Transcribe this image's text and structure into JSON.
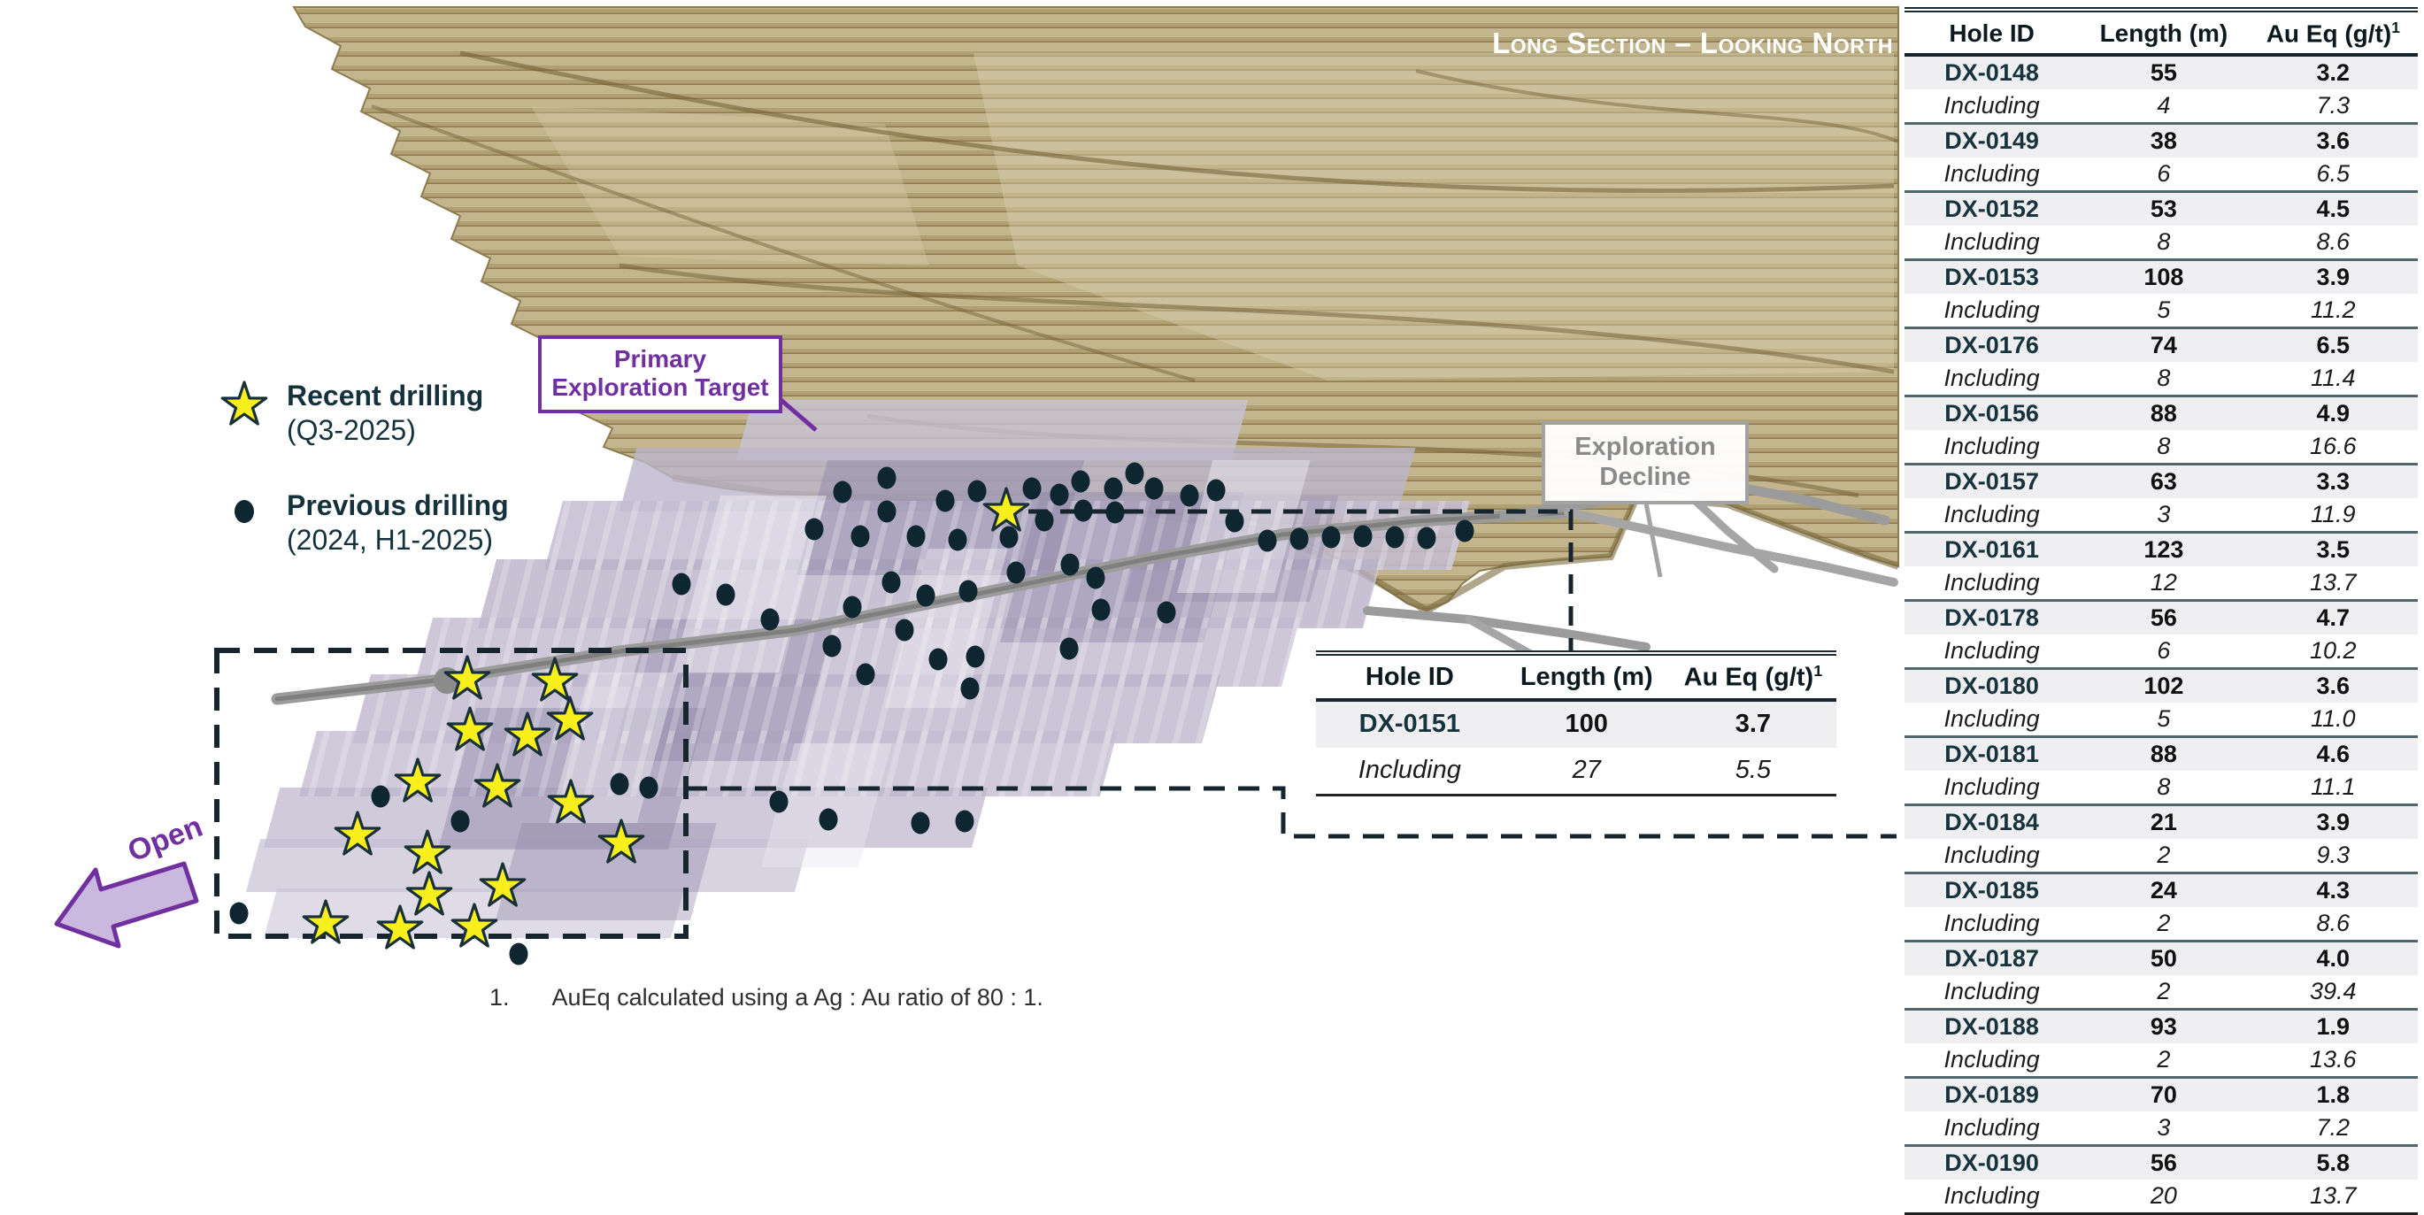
{
  "scene": {
    "title": "Long Section – Looking North"
  },
  "legend": {
    "recent": {
      "label": "Recent drilling",
      "sublabel": "(Q3-2025)"
    },
    "previous": {
      "label": "Previous drilling",
      "sublabel": "(2024, H1-2025)"
    }
  },
  "labels": {
    "primary_target_line1": "Primary",
    "primary_target_line2": "Exploration Target",
    "decline_line1": "Exploration",
    "decline_line2": "Decline",
    "open": "Open"
  },
  "footnote": {
    "number": "1.",
    "text": "AuEq calculated using a Ag : Au ratio of 80 : 1."
  },
  "tables": {
    "headers": {
      "hole": "Hole ID",
      "length": "Length (m)",
      "aueq": "Au Eq (g/t)",
      "aueq_sup": "1"
    },
    "including_label": "Including",
    "main_rows": [
      {
        "hole": "DX-0148",
        "length": "55",
        "aueq": "3.2",
        "inc_length": "4",
        "inc_aueq": "7.3"
      },
      {
        "hole": "DX-0149",
        "length": "38",
        "aueq": "3.6",
        "inc_length": "6",
        "inc_aueq": "6.5"
      },
      {
        "hole": "DX-0152",
        "length": "53",
        "aueq": "4.5",
        "inc_length": "8",
        "inc_aueq": "8.6"
      },
      {
        "hole": "DX-0153",
        "length": "108",
        "aueq": "3.9",
        "inc_length": "5",
        "inc_aueq": "11.2"
      },
      {
        "hole": "DX-0176",
        "length": "74",
        "aueq": "6.5",
        "inc_length": "8",
        "inc_aueq": "11.4"
      },
      {
        "hole": "DX-0156",
        "length": "88",
        "aueq": "4.9",
        "inc_length": "8",
        "inc_aueq": "16.6"
      },
      {
        "hole": "DX-0157",
        "length": "63",
        "aueq": "3.3",
        "inc_length": "3",
        "inc_aueq": "11.9"
      },
      {
        "hole": "DX-0161",
        "length": "123",
        "aueq": "3.5",
        "inc_length": "12",
        "inc_aueq": "13.7"
      },
      {
        "hole": "DX-0178",
        "length": "56",
        "aueq": "4.7",
        "inc_length": "6",
        "inc_aueq": "10.2"
      },
      {
        "hole": "DX-0180",
        "length": "102",
        "aueq": "3.6",
        "inc_length": "5",
        "inc_aueq": "11.0"
      },
      {
        "hole": "DX-0181",
        "length": "88",
        "aueq": "4.6",
        "inc_length": "8",
        "inc_aueq": "11.1"
      },
      {
        "hole": "DX-0184",
        "length": "21",
        "aueq": "3.9",
        "inc_length": "2",
        "inc_aueq": "9.3"
      },
      {
        "hole": "DX-0185",
        "length": "24",
        "aueq": "4.3",
        "inc_length": "2",
        "inc_aueq": "8.6"
      },
      {
        "hole": "DX-0187",
        "length": "50",
        "aueq": "4.0",
        "inc_length": "2",
        "inc_aueq": "39.4"
      },
      {
        "hole": "DX-0188",
        "length": "93",
        "aueq": "1.9",
        "inc_length": "2",
        "inc_aueq": "13.6"
      },
      {
        "hole": "DX-0189",
        "length": "70",
        "aueq": "1.8",
        "inc_length": "3",
        "inc_aueq": "7.2"
      },
      {
        "hole": "DX-0190",
        "length": "56",
        "aueq": "5.8",
        "inc_length": "20",
        "inc_aueq": "13.7"
      }
    ],
    "inset_rows": [
      {
        "hole": "DX-0151",
        "length": "100",
        "aueq": "3.7",
        "inc_length": "27",
        "inc_aueq": "5.5"
      }
    ]
  },
  "markers": {
    "stars": [
      [
        1137,
        578
      ],
      [
        528,
        768
      ],
      [
        627,
        770
      ],
      [
        531,
        826
      ],
      [
        596,
        832
      ],
      [
        644,
        814
      ],
      [
        472,
        884
      ],
      [
        562,
        890
      ],
      [
        645,
        908
      ],
      [
        404,
        944
      ],
      [
        483,
        965
      ],
      [
        702,
        953
      ],
      [
        568,
        1002
      ],
      [
        485,
        1012
      ],
      [
        368,
        1044
      ],
      [
        452,
        1050
      ],
      [
        536,
        1048
      ]
    ],
    "dots": [
      [
        920,
        598
      ],
      [
        952,
        556
      ],
      [
        972,
        606
      ],
      [
        1002,
        540
      ],
      [
        1002,
        578
      ],
      [
        1035,
        606
      ],
      [
        1068,
        566
      ],
      [
        1082,
        610
      ],
      [
        1104,
        555
      ],
      [
        1140,
        607
      ],
      [
        1166,
        552
      ],
      [
        1180,
        588
      ],
      [
        1197,
        559
      ],
      [
        1221,
        544
      ],
      [
        1224,
        577
      ],
      [
        1258,
        552
      ],
      [
        1260,
        579
      ],
      [
        1282,
        535
      ],
      [
        1304,
        552
      ],
      [
        1344,
        560
      ],
      [
        1374,
        554
      ],
      [
        1395,
        589
      ],
      [
        1432,
        611
      ],
      [
        1468,
        609
      ],
      [
        1504,
        607
      ],
      [
        1540,
        606
      ],
      [
        1576,
        607
      ],
      [
        1612,
        608
      ],
      [
        1655,
        600
      ],
      [
        963,
        686
      ],
      [
        1007,
        658
      ],
      [
        1046,
        673
      ],
      [
        1094,
        668
      ],
      [
        1148,
        647
      ],
      [
        1209,
        638
      ],
      [
        1238,
        653
      ],
      [
        1244,
        689
      ],
      [
        1318,
        692
      ],
      [
        1208,
        733
      ],
      [
        1102,
        742
      ],
      [
        1022,
        712
      ],
      [
        940,
        730
      ],
      [
        870,
        700
      ],
      [
        820,
        672
      ],
      [
        770,
        660
      ],
      [
        700,
        886
      ],
      [
        733,
        890
      ],
      [
        880,
        906
      ],
      [
        936,
        926
      ],
      [
        1040,
        930
      ],
      [
        1090,
        928
      ],
      [
        978,
        762
      ],
      [
        1060,
        745
      ],
      [
        1096,
        778
      ],
      [
        586,
        1078
      ],
      [
        270,
        1032
      ],
      [
        430,
        900
      ],
      [
        520,
        928
      ]
    ]
  },
  "colors": {
    "accent_purple": "#7030A0",
    "star_yellow": "#f8ef1c",
    "dot_navy": "#0d2630",
    "text_navy": "#14313c",
    "terrain_tan": "#c3b68e",
    "zone_purple": "#bdb6cc",
    "decline_gray": "#999999",
    "dashed_line": "#17262e",
    "label_gray": "#8a8a8a"
  }
}
